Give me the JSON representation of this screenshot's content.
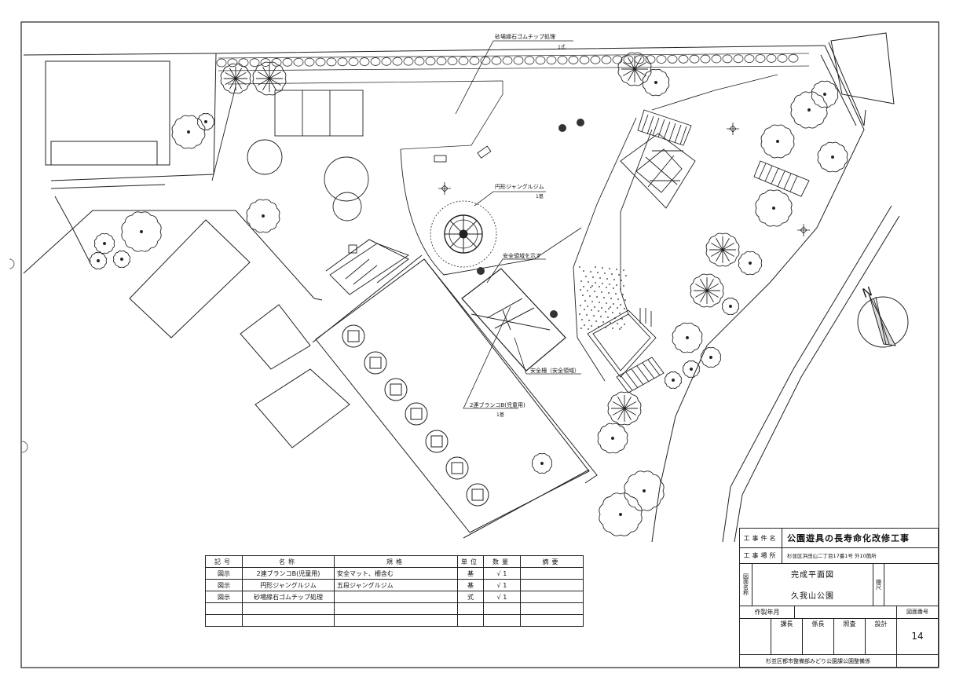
{
  "drawing": {
    "callouts": {
      "sand_chip": {
        "title": "砂場縁石ゴムチップ処理",
        "qty": "1式"
      },
      "jungle_gym": {
        "title": "円形ジャングルジム",
        "qty": "1基"
      },
      "safety_area": {
        "title": "安全領域を示す"
      },
      "safety_mat": {
        "title": "安全柵（安全領域）"
      },
      "swing": {
        "title": "2連ブランコB(児童用)",
        "qty": "1基"
      }
    },
    "north_label": "N"
  },
  "legend": {
    "headers": [
      "記号",
      "名称",
      "規格",
      "単位",
      "数量",
      "摘要"
    ],
    "rows": [
      [
        "図示",
        "2連ブランコB(児童用)",
        "安全マット、柵含む",
        "基",
        "√ 1",
        ""
      ],
      [
        "図示",
        "円形ジャングルジム",
        "五段ジャングルジム",
        "基",
        "√ 1",
        ""
      ],
      [
        "図示",
        "砂場縁石ゴムチップ処理",
        "",
        "式",
        "√ 1",
        ""
      ],
      [
        "",
        "",
        "",
        "",
        "",
        ""
      ],
      [
        "",
        "",
        "",
        "",
        "",
        ""
      ]
    ]
  },
  "titleblock": {
    "project_label": "工事件名",
    "project_name": "公園遊具の長寿命化改修工事",
    "site_label": "工事場所",
    "site_value": "杉並区浜田山二丁目17番1号 外10箇所",
    "drawing_name_label": "図面名称",
    "drawing_name_1": "完成平面図",
    "drawing_name_2": "久我山公園",
    "scale_label": "縮尺",
    "date_label": "作製年月",
    "sheet_no_label": "図面番号",
    "roles": [
      "課長",
      "係長",
      "照査",
      "設計"
    ],
    "sheet_no": "14",
    "org": "杉並区都市整備部みどり公園課公園整備係"
  }
}
